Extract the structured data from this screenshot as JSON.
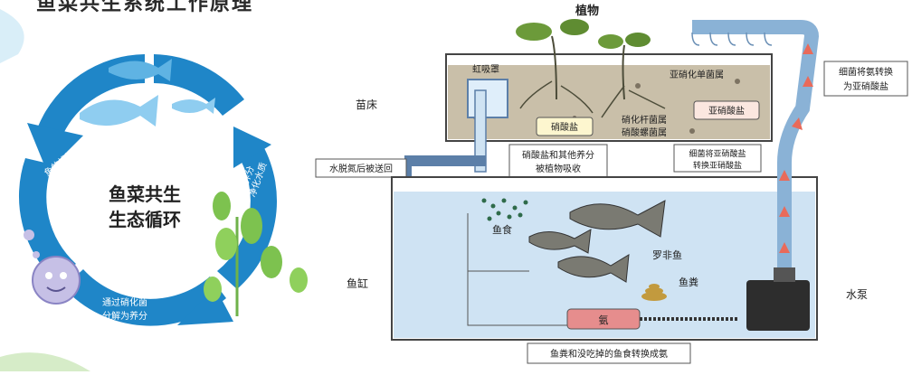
{
  "page": {
    "title": "鱼菜共生系统工作原理"
  },
  "cycle": {
    "center_line1": "鱼菜共生",
    "center_line2": "生态循环",
    "label_fish_waste": "鱼的排泄物",
    "label_absorb_line1": "吸收养分",
    "label_absorb_line2": "净化水质",
    "label_bacteria_line1": "通过硝化菌",
    "label_bacteria_line2": "分解为养分"
  },
  "system": {
    "plants": "植物",
    "siphon": "虹吸罩",
    "grow_bed": "苗床",
    "nitrosomonas": "亚硝化单菌属",
    "nitrite": "亚硝酸盐",
    "nitrate": "硝酸盐",
    "nitrobacter": "硝化杆菌属",
    "nitrospira": "硝酸螺菌属",
    "nitrate_absorbed_line1": "硝酸盐和其他养分",
    "nitrate_absorbed_line2": "被植物吸收",
    "bacteria_nitrite_line1": "细菌将亚硝酸盐",
    "bacteria_nitrite_line2": "转换亚硝酸盐",
    "bacteria_ammonia_line1": "细菌将氨转换",
    "bacteria_ammonia_line2": "为亚硝酸盐",
    "water_return": "水脱氮后被送回",
    "fish_food": "鱼食",
    "tilapia": "罗非鱼",
    "fish_feces": "鱼粪",
    "ammonia": "氨",
    "fish_tank": "鱼缸",
    "pump": "水泵",
    "bottom_caption": "鱼粪和没吃掉的鱼食转换成氨"
  },
  "colors": {
    "cycle_blue": "#1f86c8",
    "cycle_dark": "#1669a6",
    "water": "#cfe3f3",
    "soil": "#c9bfa9",
    "ammonia_fill": "#e68d8d",
    "nitrite_fill": "#fbe7e0",
    "nitrate_fill": "#fdf6cf",
    "arrow_red": "#e96a5a"
  }
}
